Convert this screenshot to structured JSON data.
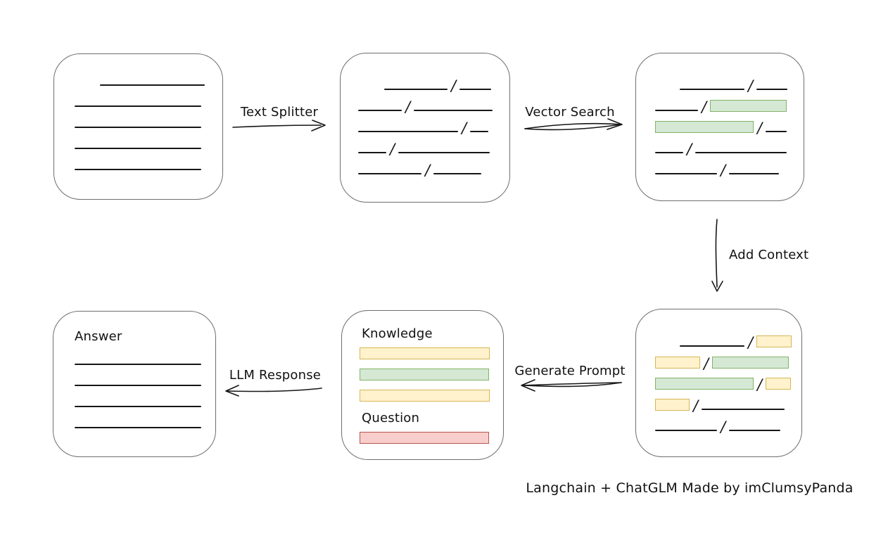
{
  "diagram": {
    "caption": "Langchain + ChatGLM Made by imClumsyPanda",
    "colors": {
      "green-fill": "#d5e8d4",
      "green-border": "#82b366",
      "yellow-fill": "#fff2cc",
      "yellow-border": "#d6b656",
      "red-fill": "#f8cecc",
      "red-border": "#b85450",
      "box-border": "#6e6e6e",
      "ink": "#161616"
    },
    "arrows": [
      {
        "id": "text-splitter",
        "label": "Text Splitter",
        "direction": "right"
      },
      {
        "id": "vector-search",
        "label": "Vector Search",
        "direction": "right"
      },
      {
        "id": "add-context",
        "label": "Add Context",
        "direction": "down"
      },
      {
        "id": "generate-prompt",
        "label": "Generate Prompt",
        "direction": "left"
      },
      {
        "id": "llm-response",
        "label": "LLM Response",
        "direction": "left"
      }
    ],
    "boxes": {
      "document": {
        "name": "source-document",
        "rows": [
          [
            {
              "t": "indent",
              "w": 31
            },
            {
              "t": "line",
              "w": 149
            }
          ],
          [
            {
              "t": "line",
              "w": 180
            }
          ],
          [
            {
              "t": "line",
              "w": 180
            }
          ],
          [
            {
              "t": "line",
              "w": 180
            }
          ],
          [
            {
              "t": "line",
              "w": 180
            }
          ]
        ]
      },
      "chunks": {
        "name": "split-text-chunks",
        "rows": [
          [
            {
              "t": "indent",
              "w": 32
            },
            {
              "t": "line",
              "w": 90
            },
            {
              "t": "slash"
            },
            {
              "t": "line",
              "w": 45
            }
          ],
          [
            {
              "t": "line",
              "w": 62
            },
            {
              "t": "slash"
            },
            {
              "t": "line",
              "w": 112
            }
          ],
          [
            {
              "t": "line",
              "w": 142
            },
            {
              "t": "slash"
            },
            {
              "t": "line",
              "w": 26
            }
          ],
          [
            {
              "t": "line",
              "w": 40
            },
            {
              "t": "slash"
            },
            {
              "t": "line",
              "w": 130
            }
          ],
          [
            {
              "t": "line",
              "w": 90
            },
            {
              "t": "slash"
            },
            {
              "t": "line",
              "w": 68
            }
          ]
        ]
      },
      "matched": {
        "name": "vector-matched-chunks",
        "rows": [
          [
            {
              "t": "indent",
              "w": 30
            },
            {
              "t": "line",
              "w": 92
            },
            {
              "t": "slash"
            },
            {
              "t": "line",
              "w": 44
            }
          ],
          [
            {
              "t": "line",
              "w": 61
            },
            {
              "t": "slash"
            },
            {
              "t": "green",
              "w": 107
            }
          ],
          [
            {
              "t": "green",
              "w": 138
            },
            {
              "t": "slash"
            },
            {
              "t": "line",
              "w": 30
            }
          ],
          [
            {
              "t": "line",
              "w": 40
            },
            {
              "t": "slash"
            },
            {
              "t": "line",
              "w": 130
            }
          ],
          [
            {
              "t": "line",
              "w": 88
            },
            {
              "t": "slash"
            },
            {
              "t": "line",
              "w": 71
            }
          ]
        ]
      },
      "context": {
        "name": "context-expanded-chunks",
        "rows": [
          [
            {
              "t": "indent",
              "w": 30
            },
            {
              "t": "line",
              "w": 92
            },
            {
              "t": "slash"
            },
            {
              "t": "yellow",
              "w": 48
            }
          ],
          [
            {
              "t": "yellow",
              "w": 62
            },
            {
              "t": "slash"
            },
            {
              "t": "green",
              "w": 107
            }
          ],
          [
            {
              "t": "green",
              "w": 138
            },
            {
              "t": "slash"
            },
            {
              "t": "yellow",
              "w": 34
            }
          ],
          [
            {
              "t": "yellow",
              "w": 47
            },
            {
              "t": "slash"
            },
            {
              "t": "line",
              "w": 118
            }
          ],
          [
            {
              "t": "line",
              "w": 88
            },
            {
              "t": "slash"
            },
            {
              "t": "line",
              "w": 73
            }
          ]
        ]
      }
    },
    "prompt_box": {
      "knowledge_label": "Knowledge",
      "question_label": "Question",
      "knowledge_bars": [
        [
          {
            "t": "yellow",
            "w": 183
          }
        ],
        [
          {
            "t": "green",
            "w": 182
          }
        ],
        [
          {
            "t": "yellow",
            "w": 183
          }
        ]
      ],
      "question_bars": [
        [
          {
            "t": "red",
            "w": 182
          }
        ]
      ]
    },
    "answer_box": {
      "label": "Answer",
      "rows": [
        [
          {
            "t": "line",
            "w": 180
          }
        ],
        [
          {
            "t": "line",
            "w": 180
          }
        ],
        [
          {
            "t": "line",
            "w": 180
          }
        ],
        [
          {
            "t": "line",
            "w": 180
          }
        ]
      ]
    }
  }
}
